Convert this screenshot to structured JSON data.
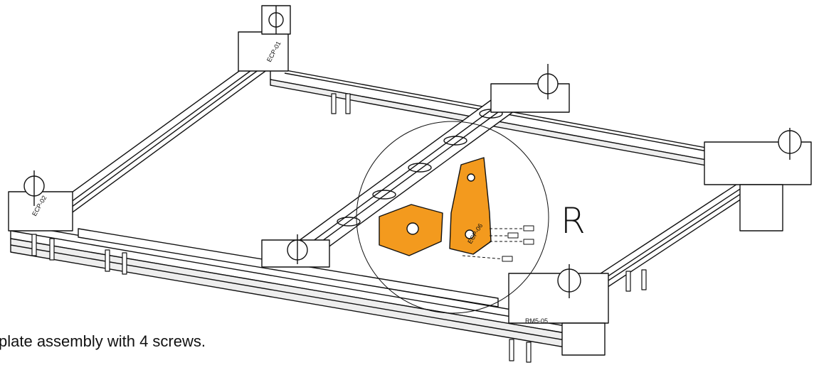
{
  "figure": {
    "callout_letter": "R",
    "caption": "plate assembly with 4 screws.",
    "part_labels": {
      "back_left_bracket": "ECP-01",
      "left_bracket": "ECP-02",
      "front_right_bracket": "RM5-05",
      "highlighted_plate": "ECP-06"
    },
    "colors": {
      "highlight": "#f39a1e",
      "line": "#111111",
      "background": "#ffffff"
    }
  }
}
